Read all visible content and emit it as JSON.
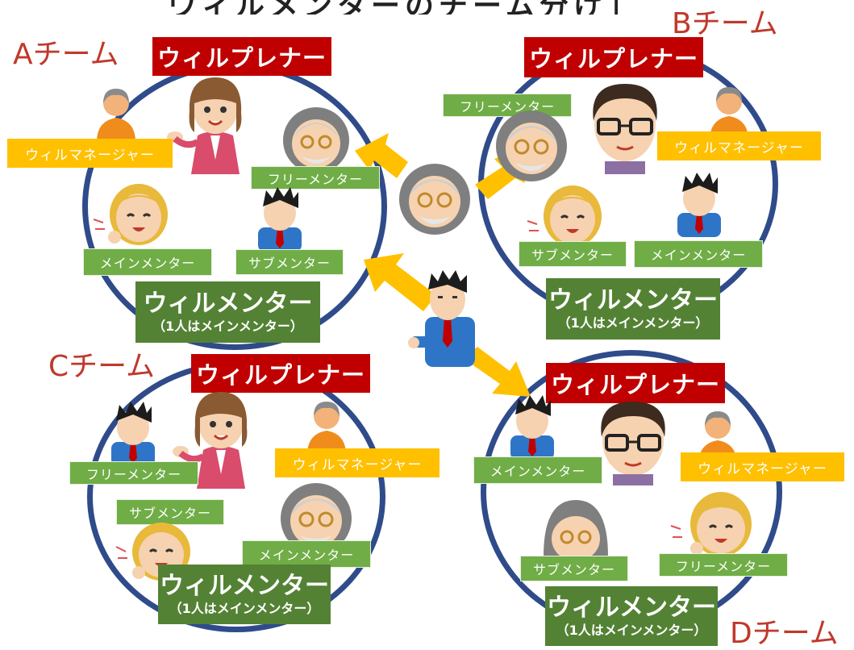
{
  "header": {
    "partial_title": "ウィルメンターのチーム分け」"
  },
  "teams": [
    {
      "id": "A",
      "name": "Aチーム"
    },
    {
      "id": "B",
      "name": "Bチーム"
    },
    {
      "id": "C",
      "name": "Cチーム"
    },
    {
      "id": "D",
      "name": "Dチーム"
    }
  ],
  "labels": {
    "willpreneur": "ウィルプレナー",
    "will_manager": "ウィルマネージャー",
    "free_mentor": "フリーメンター",
    "main_mentor": "メインメンター",
    "sub_mentor": "サブメンター",
    "will_mentor": "ウィルメンター",
    "will_mentor_note": "（1人はメインメンター）"
  },
  "colors": {
    "ring": "#2f4b8a",
    "team_name": "#c0392b",
    "willpreneur_box": "#c00000",
    "manager_box": "#ffc000",
    "mentor_box": "#70ad47",
    "will_mentor_box": "#548235",
    "arrow": "#ffc000"
  },
  "icons": [
    "businesswoman-icon",
    "businessman-icon",
    "elderly-man-icon",
    "woman-mentor-icon",
    "manager-silhouette-icon",
    "glasses-man-icon"
  ]
}
